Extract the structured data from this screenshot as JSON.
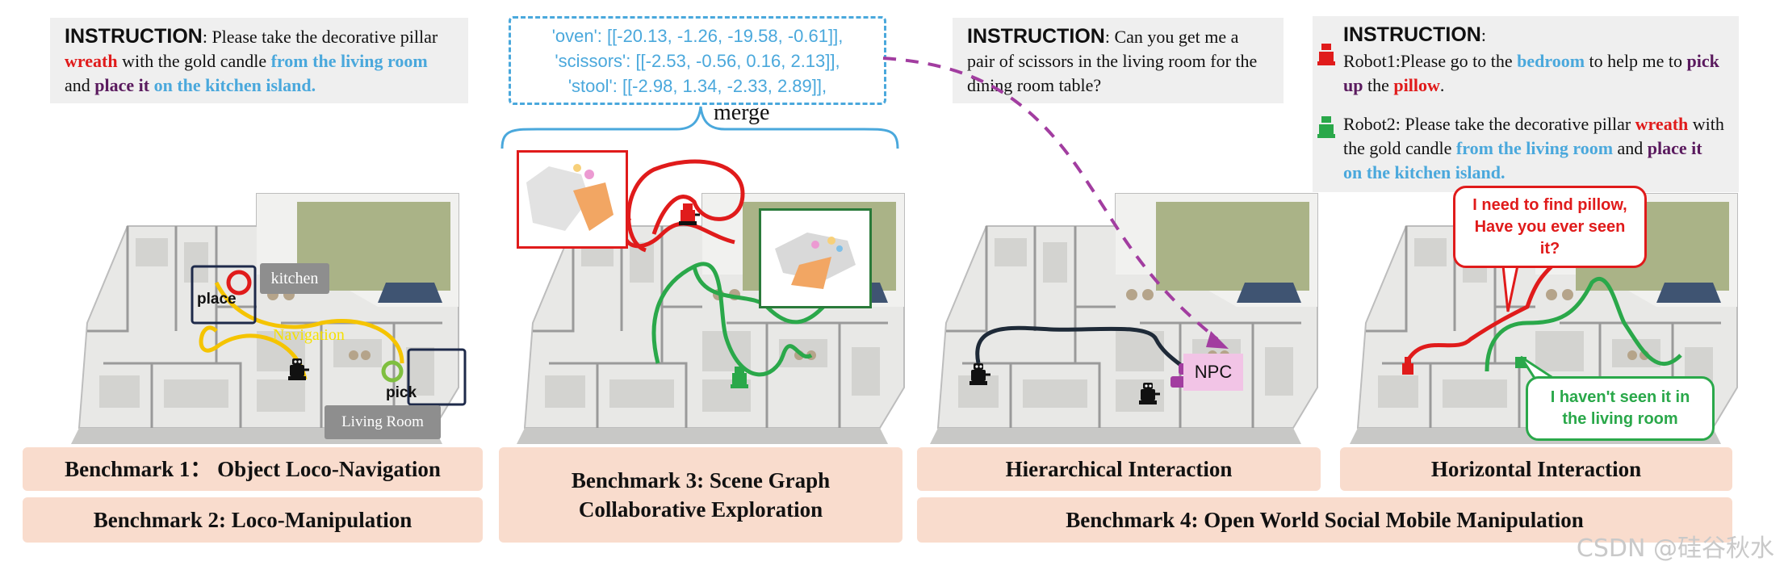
{
  "panel1": {
    "instruction_label": "INSTRUCTION",
    "instruction_parts": [
      {
        "t": ": Please take the decorative pillar ",
        "c": ""
      },
      {
        "t": "wreath",
        "c": "red"
      },
      {
        "t": " with the gold candle ",
        "c": ""
      },
      {
        "t": "from the living room",
        "c": "blue"
      },
      {
        "t": " and ",
        "c": ""
      },
      {
        "t": "place it",
        "c": "purple"
      },
      {
        "t": " ",
        "c": ""
      },
      {
        "t": "on the kitchen island.",
        "c": "blue"
      }
    ],
    "labels": {
      "kitchen": "kitchen",
      "place": "place",
      "pick": "pick",
      "navigation": "Navigation",
      "living_room": "Living Room"
    }
  },
  "panel2": {
    "scene_graph_lines": [
      "'oven': [[-20.13, -1.26, -19.58, -0.61]],",
      "'scissors': [[-2.53, -0.56, 0.16, 2.13]],",
      "'stool': [[-2.98, 1.34, -2.33, 2.89]],"
    ],
    "merge_label": "merge"
  },
  "panel3": {
    "instruction_label": "INSTRUCTION",
    "instruction_text": ": Can you get me a pair of scissors in the living room for the dining room table?",
    "npc_label": "NPC"
  },
  "panel4": {
    "instruction_label": "INSTRUCTION",
    "instruction_colon": ":",
    "robot1_parts": [
      {
        "t": "Robot1:Please go to the ",
        "c": ""
      },
      {
        "t": "bedroom",
        "c": "blue"
      },
      {
        "t": " to help me to ",
        "c": ""
      },
      {
        "t": "pick up",
        "c": "purple"
      },
      {
        "t": " the ",
        "c": ""
      },
      {
        "t": "pillow",
        "c": "red"
      },
      {
        "t": ".",
        "c": ""
      }
    ],
    "robot2_parts": [
      {
        "t": "Robot2: Please take the decorative pillar ",
        "c": ""
      },
      {
        "t": "wreath",
        "c": "red"
      },
      {
        "t": " with the gold candle ",
        "c": ""
      },
      {
        "t": "from the living room",
        "c": "blue"
      },
      {
        "t": " and ",
        "c": ""
      },
      {
        "t": "place it",
        "c": "purple"
      },
      {
        "t": " ",
        "c": ""
      },
      {
        "t": "on the kitchen island.",
        "c": "blue"
      }
    ],
    "bubble_red": "I need to find pillow, Have you ever seen it?",
    "bubble_green": "I haven't seen it in the living room"
  },
  "benchmarks": {
    "b1": "Benchmark 1： Object Loco-Navigation",
    "b2": "Benchmark 2: Loco-Manipulation",
    "b3": "Benchmark 3: Scene Graph Collaborative Exploration",
    "hier": "Hierarchical Interaction",
    "horiz": "Horizontal Interaction",
    "b4": "Benchmark 4: Open World Social Mobile Manipulation"
  },
  "watermark": "CSDN @硅谷秋水",
  "colors": {
    "red": "#e01b1b",
    "blue": "#4aa8dc",
    "purple": "#5a1a5e",
    "green": "#2aa84a",
    "bench_bg": "#f9dccd",
    "instr_bg": "#efefef",
    "npc_bg": "#f2c4e6",
    "path_purple": "#a23da0",
    "path_yellow": "#f5c400"
  }
}
